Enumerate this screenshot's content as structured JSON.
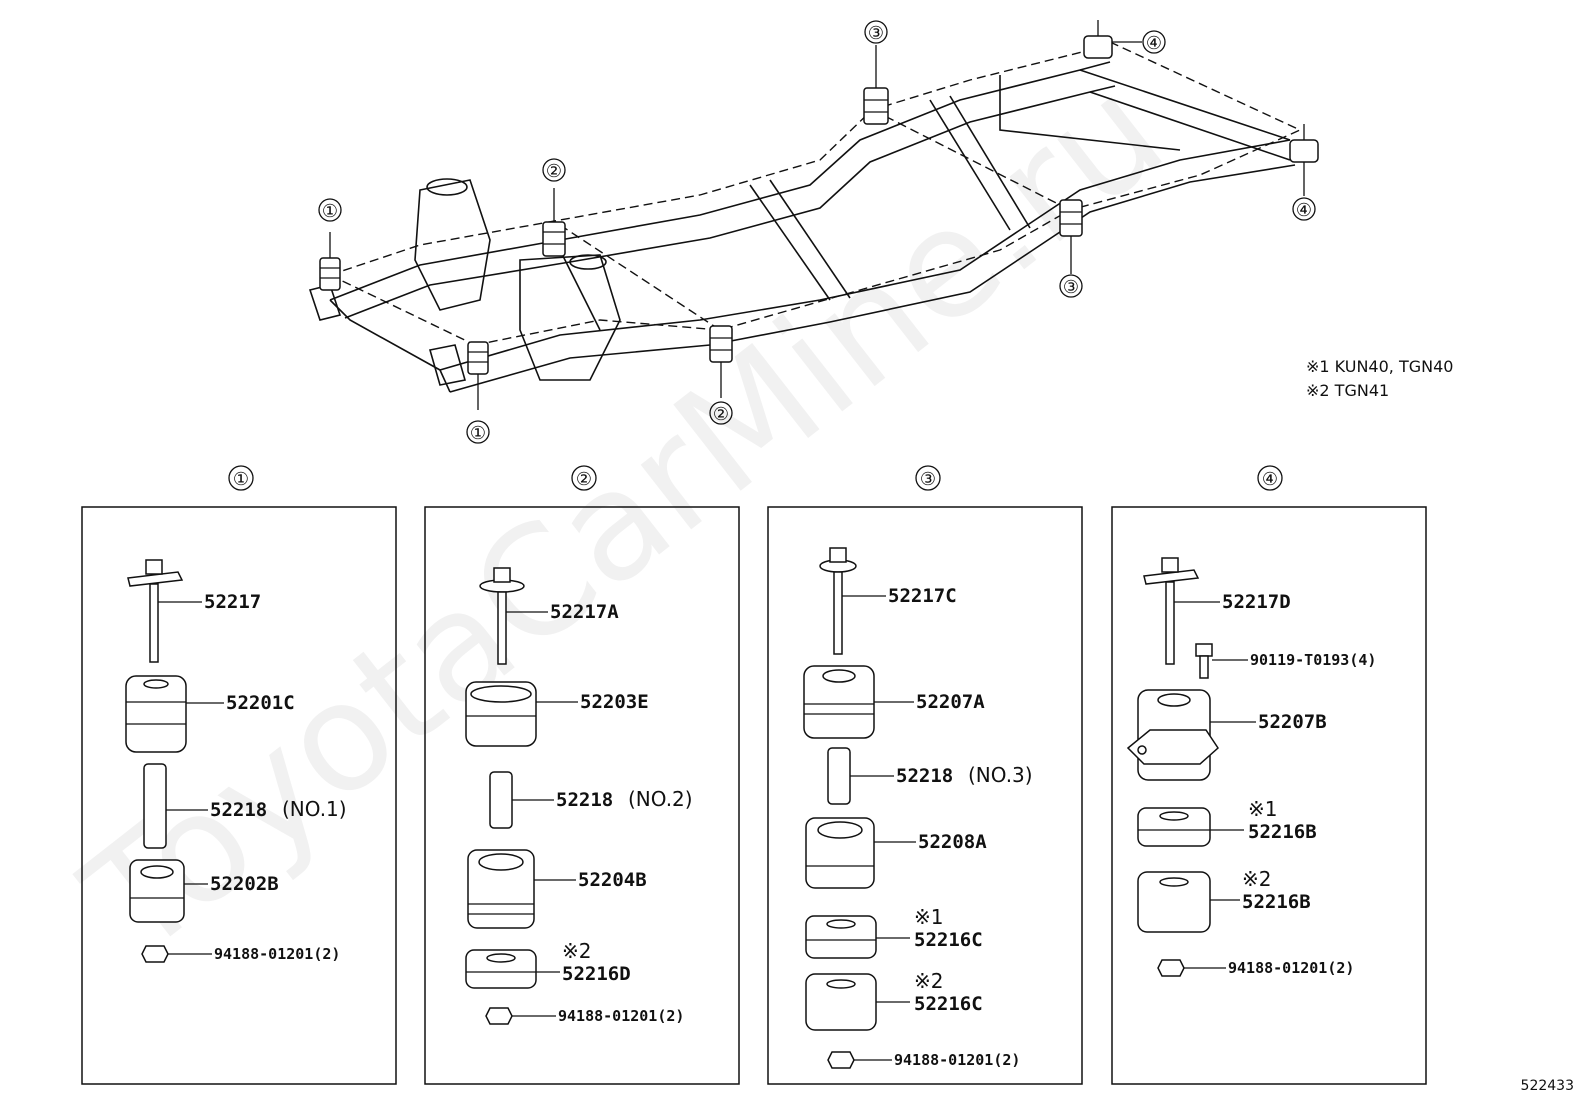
{
  "watermark": "ToyotaCarMine.ru",
  "notes": {
    "n1": "※1 KUN40, TGN40",
    "n2": "※2 TGN41"
  },
  "callouts": {
    "c1": "①",
    "c2": "②",
    "c3": "③",
    "c4": "④"
  },
  "groups": [
    {
      "id": "①",
      "parts": [
        {
          "pn": "52217"
        },
        {
          "pn": "52201C"
        },
        {
          "pn": "52218",
          "suffix": "(NO.1)"
        },
        {
          "pn": "52202B"
        },
        {
          "pn": "94188-01201(2)"
        }
      ]
    },
    {
      "id": "②",
      "parts": [
        {
          "pn": "52217A"
        },
        {
          "pn": "52203E"
        },
        {
          "pn": "52218",
          "suffix": "(NO.2)"
        },
        {
          "pn": "52204B"
        },
        {
          "pn": "52216D",
          "mark": "※2"
        },
        {
          "pn": "94188-01201(2)"
        }
      ]
    },
    {
      "id": "③",
      "parts": [
        {
          "pn": "52217C"
        },
        {
          "pn": "52207A"
        },
        {
          "pn": "52218",
          "suffix": "(NO.3)"
        },
        {
          "pn": "52208A"
        },
        {
          "pn": "52216C",
          "mark": "※1"
        },
        {
          "pn": "52216C",
          "mark": "※2"
        },
        {
          "pn": "94188-01201(2)"
        }
      ]
    },
    {
      "id": "④",
      "parts": [
        {
          "pn": "52217D"
        },
        {
          "pn": "90119-T0193(4)"
        },
        {
          "pn": "52207B"
        },
        {
          "pn": "52216B",
          "mark": "※1"
        },
        {
          "pn": "52216B",
          "mark": "※2"
        },
        {
          "pn": "94188-01201(2)"
        }
      ]
    }
  ],
  "ref": "522433"
}
